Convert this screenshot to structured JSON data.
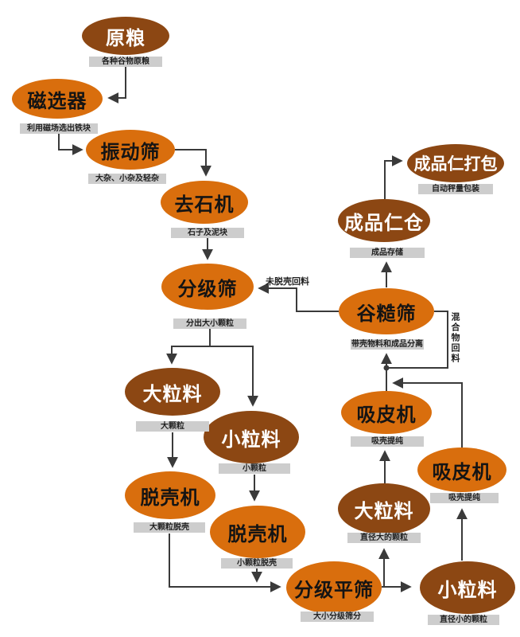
{
  "diagram": {
    "type": "flowchart",
    "subject": "grain-processing-line",
    "colors": {
      "node_dark_brown": "#8C4713",
      "node_orange": "#D96E0D",
      "note_background": "#CDCDCD",
      "connector": "#3A3A3A",
      "background": "#FFFFFF"
    },
    "nodes": [
      {
        "label": "原粮",
        "note": "各种谷物原粮"
      },
      {
        "label": "磁选器",
        "note": "利用磁场选出铁块"
      },
      {
        "label": "振动筛",
        "note": "大杂、小杂及轻杂"
      },
      {
        "label": "去石机",
        "note": "石子及泥块"
      },
      {
        "label": "分级筛",
        "note": "分出大小颗粒"
      },
      {
        "label": "成品仁打包",
        "note": "自动秤量包装"
      },
      {
        "label": "成品仁仓",
        "note": "成品存储"
      },
      {
        "label": "谷糙筛",
        "note": "带壳物料和成品分离"
      },
      {
        "label": "大粒料",
        "note": "大颗粒"
      },
      {
        "label": "小粒料",
        "note": "小颗粒"
      },
      {
        "label": "脱壳机",
        "note": "大颗粒脱壳"
      },
      {
        "label": "脱壳机",
        "note": "小颗粒脱壳"
      },
      {
        "label": "分级平筛",
        "note": "大小分级筛分"
      },
      {
        "label": "大粒料",
        "note": "直径大的颗粒"
      },
      {
        "label": "吸皮机",
        "note": "吸壳提纯"
      },
      {
        "label": "吸皮机",
        "note": "吸壳提纯"
      },
      {
        "label": "小粒料",
        "note": "直径小的颗粒"
      }
    ],
    "edge_labels": [
      {
        "text": "未脱壳回料"
      },
      {
        "text": "混合物回料"
      }
    ]
  }
}
